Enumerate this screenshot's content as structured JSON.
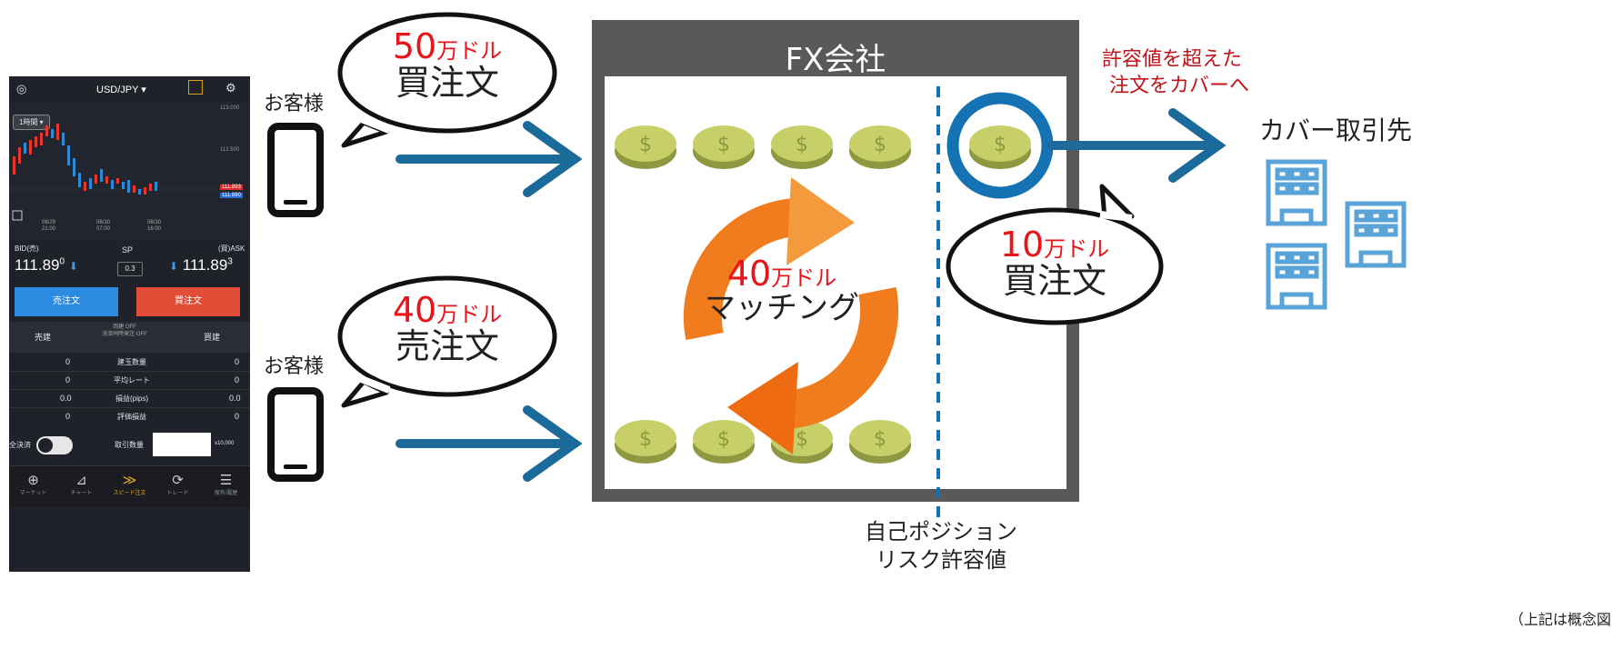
{
  "app": {
    "pair": "USD/JPY ▾",
    "timeframe": "1時間 ▾",
    "price_ticks": [
      "113.000",
      "112.500",
      "111.893",
      "111.890"
    ],
    "time_ticks": [
      {
        "date": "06/29",
        "time": "21:00"
      },
      {
        "date": "06/30",
        "time": "07:00"
      },
      {
        "date": "06/30",
        "time": "16:00"
      }
    ],
    "bid_label": "BID(売)",
    "sp_label": "SP",
    "ask_label": "(買)ASK",
    "bid_main": "111.89",
    "bid_last": "0",
    "sp_value": "0.3",
    "ask_main": "111.89",
    "ask_last": "3",
    "sell_button": "売注文",
    "buy_button": "買注文",
    "sell_col": "売建",
    "buy_col": "買建",
    "option1": "両建 OFF",
    "option2": "決済同時発注 OFF",
    "stats": [
      {
        "left": "0",
        "label": "建玉数量",
        "right": "0"
      },
      {
        "left": "0",
        "label": "平均レート",
        "right": "0"
      },
      {
        "left": "0.0",
        "label": "損益(pips)",
        "right": "0.0"
      },
      {
        "left": "0",
        "label": "評価損益",
        "right": "0"
      }
    ],
    "close_all_label": "全決済",
    "qty_label": "取引数量",
    "qty_unit": "x10,000",
    "tabs": [
      {
        "icon": "market-icon",
        "glyph": "⊕",
        "label": "マーケット"
      },
      {
        "icon": "chart-icon",
        "glyph": "⊿",
        "label": "チャート"
      },
      {
        "icon": "speed-order-icon",
        "glyph": "≫",
        "label": "スピード注文"
      },
      {
        "icon": "trade-icon",
        "glyph": "⟳",
        "label": "トレード"
      },
      {
        "icon": "history-icon",
        "glyph": "☰",
        "label": "保有/履歴"
      }
    ]
  },
  "customer_label": "お客様",
  "bubble_top": {
    "amount": "50",
    "unit": "万ドル",
    "order": "買注文"
  },
  "bubble_bottom": {
    "amount": "40",
    "unit": "万ドル",
    "order": "売注文"
  },
  "fx_title": "FX会社",
  "matching": {
    "amount": "40",
    "unit": "万ドル",
    "label": "マッチング"
  },
  "bubble_right": {
    "amount": "10",
    "unit": "万ドル",
    "order": "買注文"
  },
  "cover_note_line1": "許容値を超えた",
  "cover_note_line2": "注文をカバーへ",
  "cover_dest": "カバー取引先",
  "limit_line1": "自己ポジション",
  "limit_line2": "リスク許容値",
  "footnote": "（上記は概念図",
  "colors": {
    "arrow": "#1a6a9a",
    "fx_frame": "#595959",
    "coin": "#b9c25a",
    "matching_arrow": "#f07c1e",
    "building": "#5aa3d8",
    "highlight_ring": "#1673b3"
  }
}
